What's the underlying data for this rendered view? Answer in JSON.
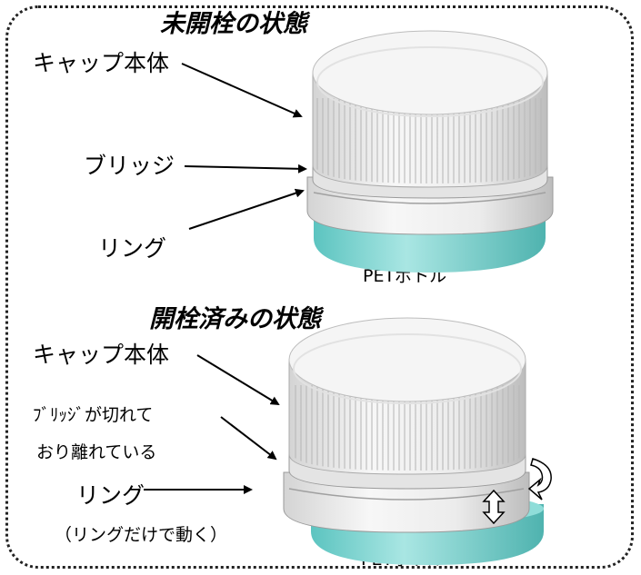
{
  "top": {
    "title": "未開栓の状態",
    "cap_label": "キャップ本体",
    "bridge_label": "ブリッジ",
    "ring_label": "リング",
    "bottle_label": "PETボトル"
  },
  "bottom": {
    "title": "開栓済みの状態",
    "cap_label": "キャップ本体",
    "bridge_label_line1": "ﾌﾞﾘｯｼﾞが切れて",
    "bridge_label_line2": "おり離れている",
    "ring_label": "リング",
    "ring_note": "（リングだけで動く）",
    "bottle_label": "PETボトル"
  },
  "colors": {
    "border": "#222222",
    "cap": "#f2f2f2",
    "cap_shadow": "#cfcfcf",
    "bottle_neck": "#7fd6d2",
    "bottle_neck_dark": "#4fbab6"
  }
}
